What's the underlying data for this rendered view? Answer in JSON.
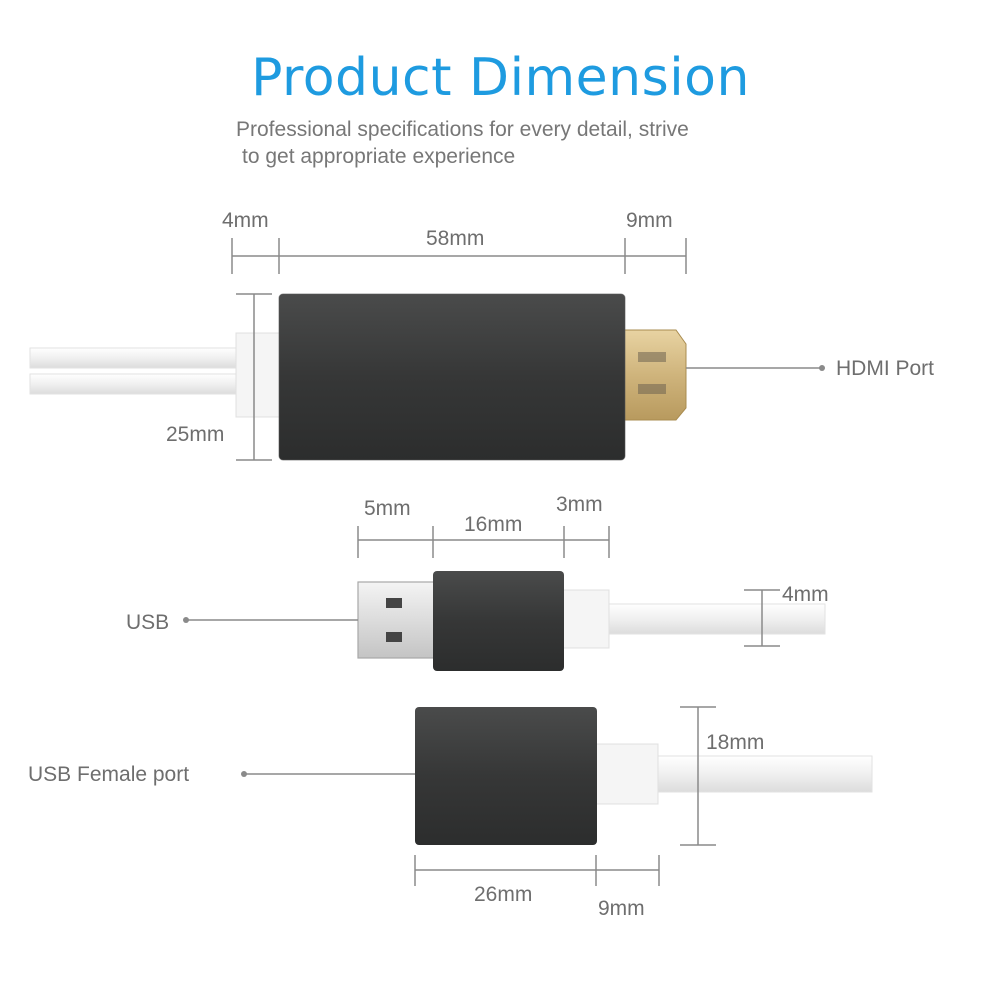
{
  "header": {
    "title": "Product Dimension",
    "subtitle_line1": "Professional specifications for every detail, strive",
    "subtitle_line2": "to get appropriate experience"
  },
  "hdmi_adapter": {
    "port_label": "HDMI Port",
    "dim_left": "4mm",
    "dim_body": "58mm",
    "dim_plug": "9mm",
    "dim_height": "25mm"
  },
  "usb_adapter": {
    "port_label": "USB",
    "dim_plug": "5mm",
    "dim_body": "16mm",
    "dim_tail": "3mm",
    "dim_cable": "4mm"
  },
  "usb_female": {
    "port_label": "USB Female port",
    "dim_height": "18mm",
    "dim_body": "26mm",
    "dim_tail": "9mm"
  },
  "colors": {
    "title": "#1e9be0",
    "text": "#6e6e6e",
    "body": "#3b3c3c",
    "cable": "#f2f2f2",
    "gold": "#d8bf88"
  }
}
